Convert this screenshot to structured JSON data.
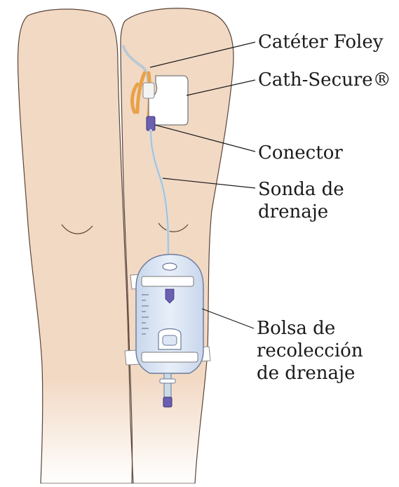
{
  "labels": {
    "foley_catheter": "Catéter Foley",
    "cath_secure": "Cath-Secure®",
    "connector": "Conector",
    "drainage_tube": [
      "Sonda de",
      "drenaje"
    ],
    "collection_bag": [
      "Bolsa de",
      "recolección",
      "de drenaje"
    ]
  },
  "colors": {
    "skin": "#f2d9c4",
    "skin_outline": "#5a4438",
    "background": "#ffffff",
    "tube": "#c9dbe6",
    "catheter": "#e8a24a",
    "connector": "#6a5fb0",
    "bag_fill": "#dde7f4",
    "strap": "#ffffff"
  }
}
